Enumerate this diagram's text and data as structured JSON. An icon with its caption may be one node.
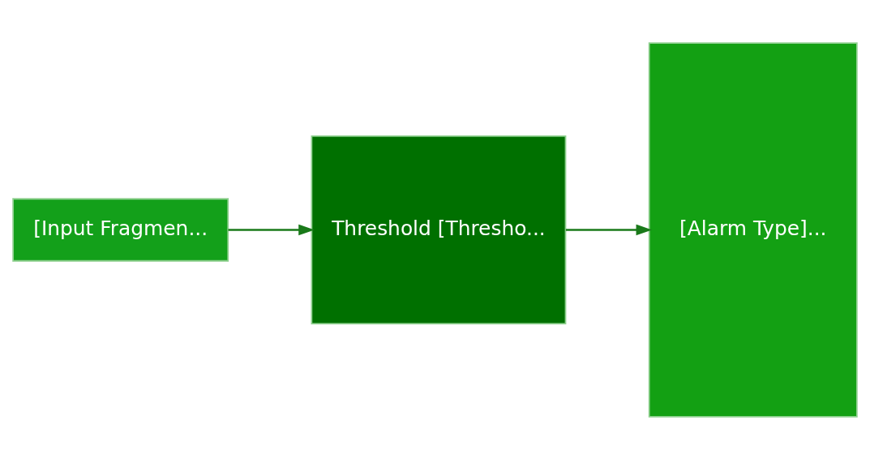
{
  "diagram": {
    "nodes": [
      {
        "text": [
          "[Input Fragmen..."
        ]
      },
      {
        "text": [
          "Threshold [Thresho..."
        ]
      },
      {
        "text": [
          "[Alarm Type]..."
        ]
      }
    ],
    "edges": [
      {
        "from": 0,
        "to": 1,
        "arrow": "to"
      },
      {
        "from": 1,
        "to": 2,
        "arrow": "to"
      }
    ]
  }
}
